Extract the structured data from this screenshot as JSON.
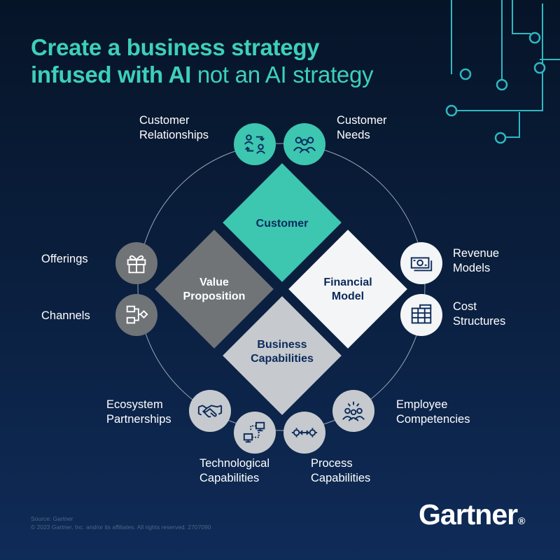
{
  "header": {
    "title_bold_1": "Create a business strategy",
    "title_bold_2": "infused with AI",
    "title_light": "not an AI strategy"
  },
  "diamonds": {
    "customer": "Customer",
    "value_proposition": "Value Proposition",
    "financial_model": "Financial Model",
    "business_capabilities": "Business Capabilities"
  },
  "nodes": {
    "customer_relationships": "Customer Relationships",
    "customer_needs": "Customer Needs",
    "offerings": "Offerings",
    "channels": "Channels",
    "revenue_models": "Revenue Models",
    "cost_structures": "Cost Structures",
    "ecosystem_partnerships": "Ecosystem Partnerships",
    "technological_capabilities": "Technological Capabilities",
    "process_capabilities": "Process Capabilities",
    "employee_competencies": "Employee Competencies"
  },
  "icons": {
    "customer_relationships": "exchange-people-icon",
    "customer_needs": "group-icon",
    "offerings": "gift-icon",
    "channels": "flowchart-icon",
    "revenue_models": "banknote-icon",
    "cost_structures": "calculator-icon",
    "ecosystem_partnerships": "handshake-icon",
    "technological_capabilities": "network-computers-icon",
    "process_capabilities": "gears-arrows-icon",
    "employee_competencies": "team-spark-icon"
  },
  "footer": {
    "source": "Source: Gartner",
    "copyright": "© 2023 Gartner, Inc. and/or its affiliates. All rights reserved. 2707090"
  },
  "brand": {
    "logo": "Gartner",
    "logo_mark": "®"
  },
  "colors": {
    "teal": "#3dc6b0",
    "dark_gray": "#707477",
    "light_gray": "#c6cace",
    "white": "#f4f5f7",
    "navy_text": "#0b2a5b"
  }
}
